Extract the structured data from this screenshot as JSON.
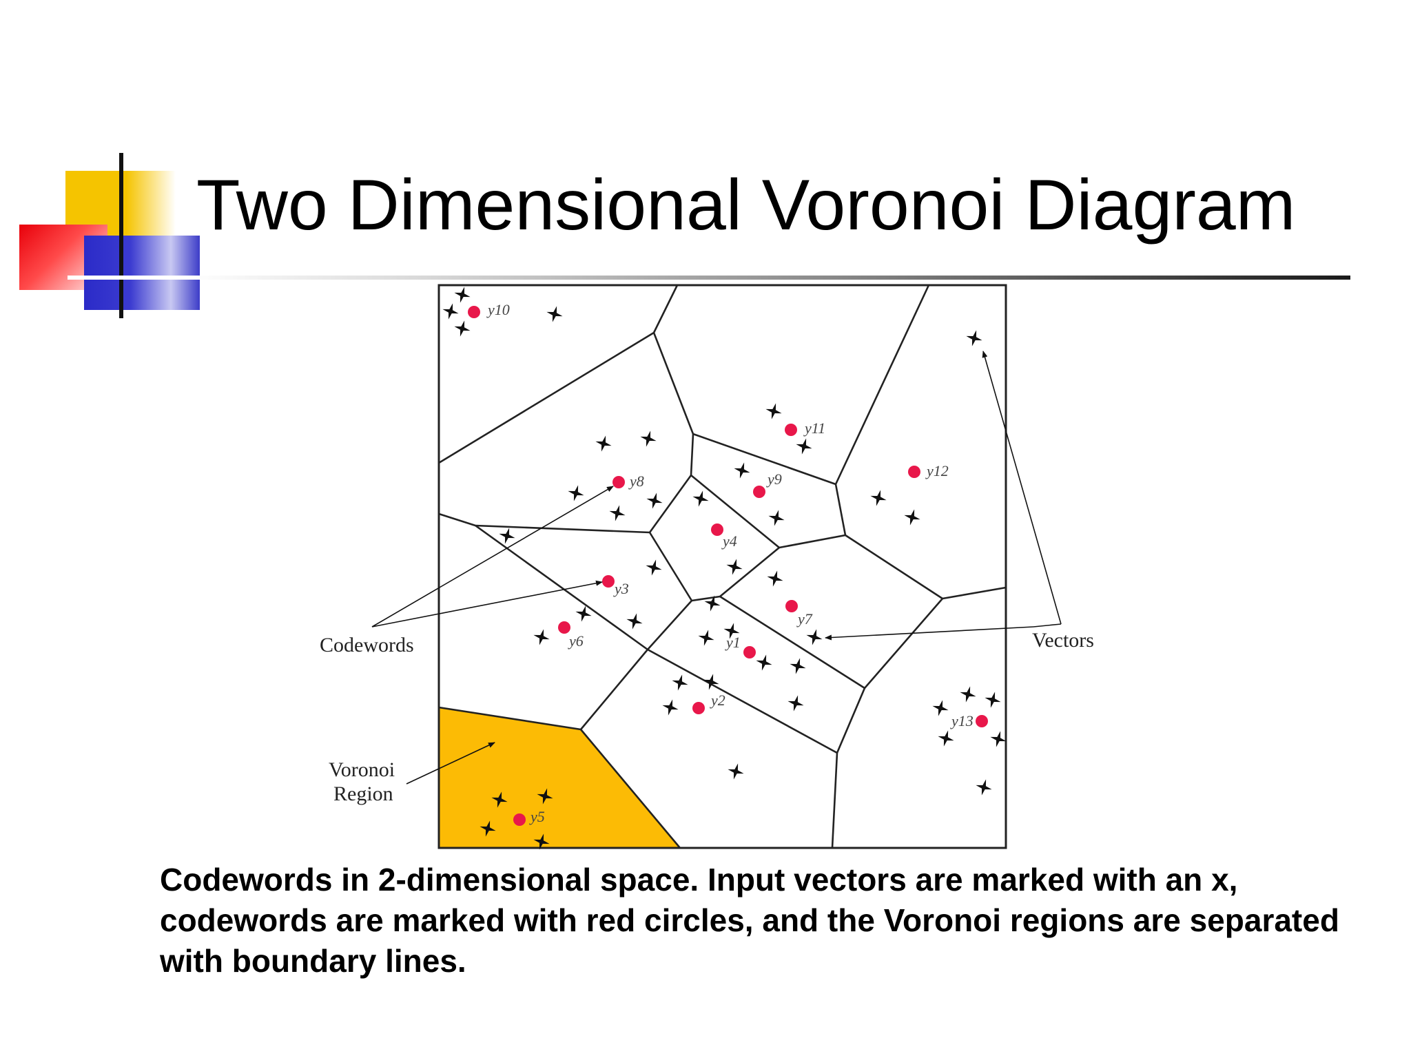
{
  "slide": {
    "title": "Two Dimensional Voronoi Diagram",
    "caption": "Codewords in 2-dimensional space.  Input vectors are marked with an x, codewords are marked with red circles, and the Voronoi regions are separated with boundary lines."
  },
  "diagram": {
    "labels": {
      "codewords": "Codewords",
      "vectors": "Vectors",
      "voronoi_region_line1": "Voronoi",
      "voronoi_region_line2": "Region"
    },
    "codewords": [
      {
        "id": "y10",
        "label": "y10"
      },
      {
        "id": "y11",
        "label": "y11"
      },
      {
        "id": "y8",
        "label": "y8"
      },
      {
        "id": "y9",
        "label": "y9"
      },
      {
        "id": "y12",
        "label": "y12"
      },
      {
        "id": "y4",
        "label": "y4"
      },
      {
        "id": "y3",
        "label": "y3"
      },
      {
        "id": "y6",
        "label": "y6"
      },
      {
        "id": "y7",
        "label": "y7"
      },
      {
        "id": "y1",
        "label": "y1"
      },
      {
        "id": "y2",
        "label": "y2"
      },
      {
        "id": "y13",
        "label": "y13"
      },
      {
        "id": "y5",
        "label": "y5"
      }
    ],
    "colors": {
      "codeword": "#e8174a",
      "highlighted_region": "#fcbb05",
      "boundary": "#222222"
    }
  }
}
